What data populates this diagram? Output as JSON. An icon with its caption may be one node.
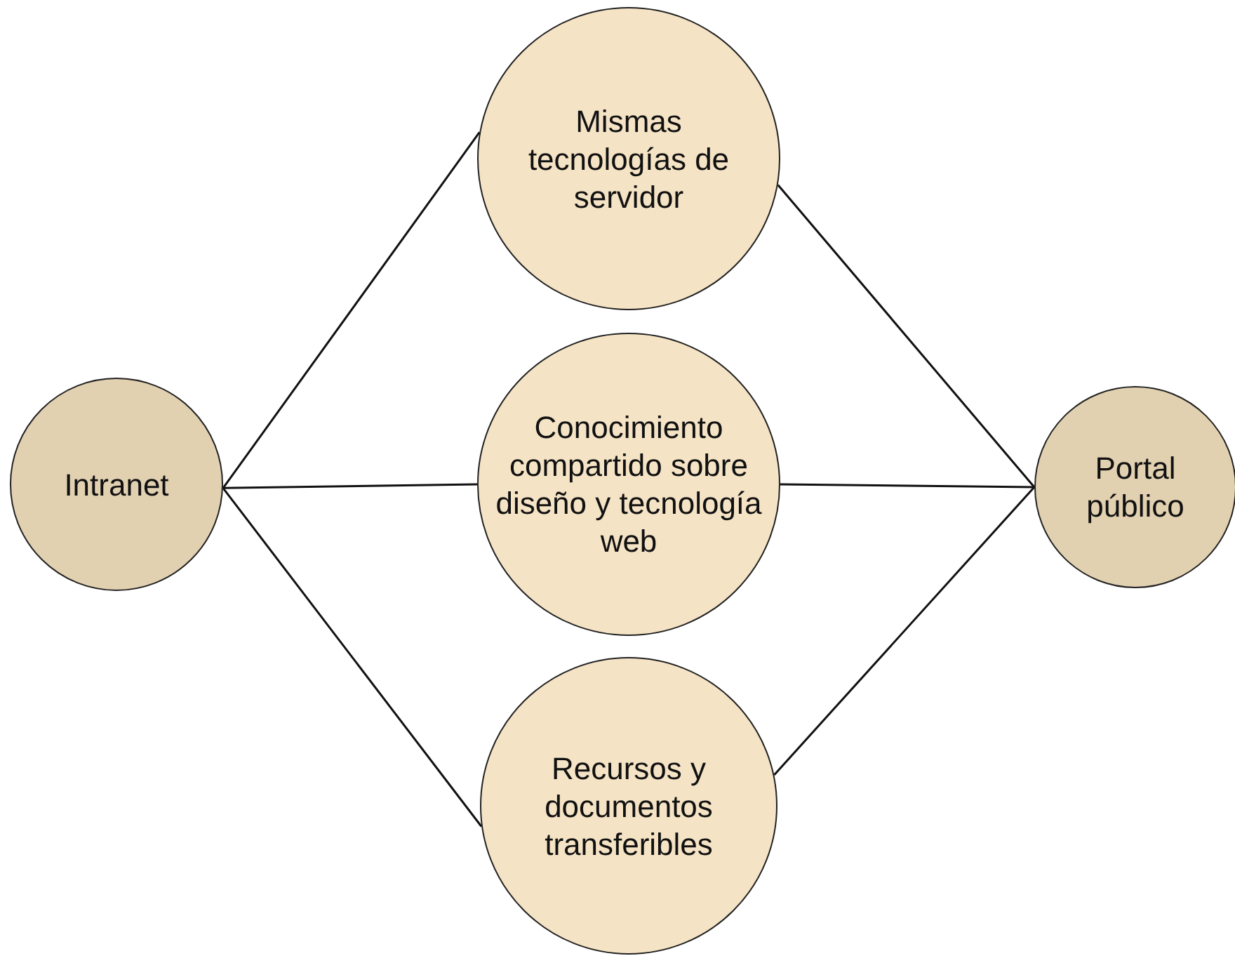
{
  "diagram": {
    "nodes": [
      {
        "text": [
          "Intranet"
        ]
      },
      {
        "text": [
          "Mismas tecnologías de servidor"
        ]
      },
      {
        "text": [
          "Conocimiento compartido sobre diseño y tecnología web"
        ]
      },
      {
        "text": [
          "Recursos y documentos transferibles"
        ]
      },
      {
        "text": [
          "Portal público"
        ]
      }
    ],
    "edges": [
      {
        "from": 0,
        "to": 1,
        "arrow": "none"
      },
      {
        "from": 0,
        "to": 2,
        "arrow": "none"
      },
      {
        "from": 0,
        "to": 3,
        "arrow": "none"
      },
      {
        "from": 1,
        "to": 4,
        "arrow": "none"
      },
      {
        "from": 2,
        "to": 4,
        "arrow": "none"
      },
      {
        "from": 3,
        "to": 4,
        "arrow": "none"
      }
    ]
  }
}
